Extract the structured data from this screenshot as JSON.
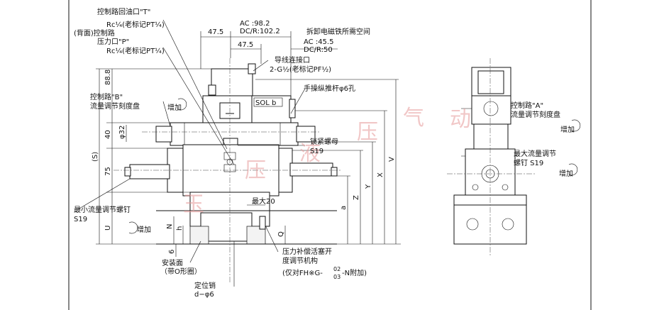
{
  "watermark": [
    "气",
    "动",
    "压",
    "液",
    "压",
    "玉"
  ],
  "labels": {
    "port_t_line1": "控制路回油口\"T\"",
    "port_t_line2": "Rc¼(老标记PT¼)",
    "back_control": "(背面)控制路",
    "port_p_line1": "压力口\"P\"",
    "port_p_line2": "Rc¼(老标记PT¼)",
    "ac_val": "AC  :98.2",
    "dc_val": "DC/R:102.2",
    "ac_val2": "AC  :45.5",
    "dc_val2": "DC/R:50",
    "remove_space": "拆卸电磁铁所需空间",
    "wire_port_line1": "导线连接口",
    "wire_port_line2": "2-G½(老标记PF½)",
    "manual_lever": "手操纵推杆φ6孔",
    "sol_b": "SOL b",
    "control_b_line1": "控制路\"B\"",
    "control_b_line2": "流量调节刻度盘",
    "increase": "增加",
    "lock_nut": "锁紧螺母",
    "s19": "S19",
    "min_flow_line1": "最小流量调节螺钉",
    "min_flow_line2": "S19",
    "max20": "最大20",
    "mount_face_line1": "安装面",
    "mount_face_line2": "（带O形圈）",
    "locating_pin_line1": "定位销",
    "locating_pin_line2": "d−φ6",
    "comp_line1": "压力补偿活塞开",
    "comp_line2": "度调节机构",
    "comp_line3": "(仅对FH※G-",
    "comp_frac_top": "02",
    "comp_frac_bot": "03",
    "comp_line3_end": "-N附加)",
    "control_a_line1": "控制路\"A\"",
    "control_a_line2": "流量调节刻度盘",
    "max_flow_line1": "最大流量调节",
    "max_flow_line2": "螺钉 S19"
  },
  "dims": {
    "d47_5_top": "47.5",
    "d47_5_mid": "47.5",
    "d88_8": "88.8",
    "d40": "40",
    "phi32": "φ32",
    "d75": "75",
    "s": "(S)",
    "u": "U",
    "n": "N",
    "h": "h",
    "a": "a",
    "z": "Z",
    "y": "Y",
    "x": "X",
    "v": "V",
    "q": "Q",
    "six": "6"
  }
}
